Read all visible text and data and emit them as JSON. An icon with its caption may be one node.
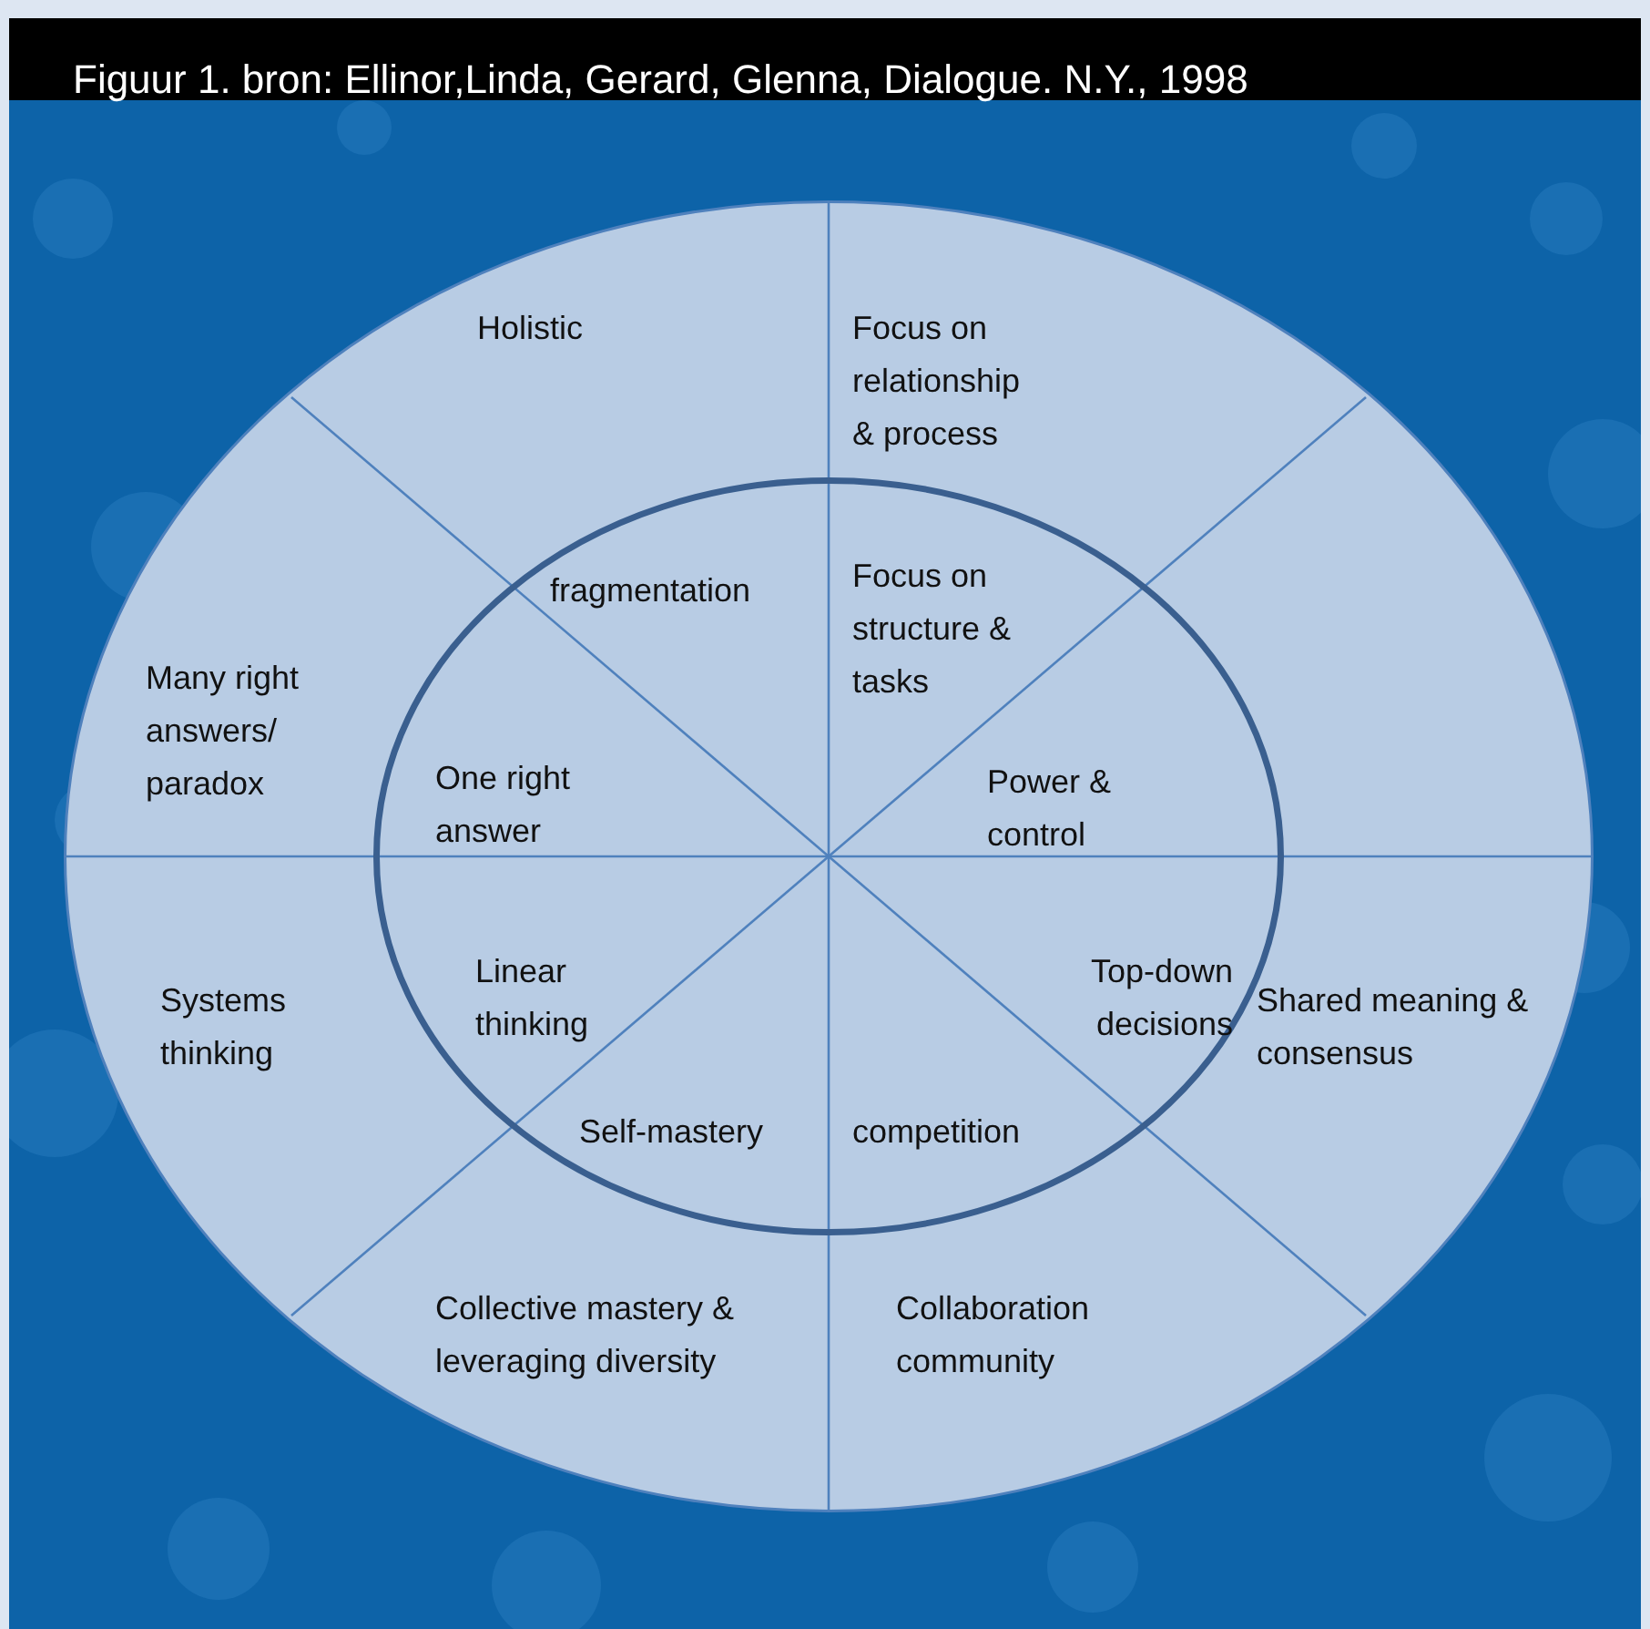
{
  "diagram": {
    "title": "Figuur 1. bron: Ellinor,Linda, Gerard, Glenna, Dialogue. N.Y., 1998",
    "nodes": [
      {
        "text": [],
        "shape": "ellipse"
      },
      {
        "text": [],
        "shape": "ellipse",
        "in": 0
      }
    ],
    "labels": [
      "Holistic",
      "Focus on relationship & process",
      "fragmentation",
      "Focus on structure & tasks",
      "Many right answers/ paradox",
      "One right answer",
      "Power & control",
      "Systems thinking",
      "Linear thinking",
      "Top-down decisions",
      "Shared meaning & consensus",
      "Self-mastery",
      "competition",
      "Collective mastery & leveraging diversity",
      "Collaboration community"
    ]
  }
}
